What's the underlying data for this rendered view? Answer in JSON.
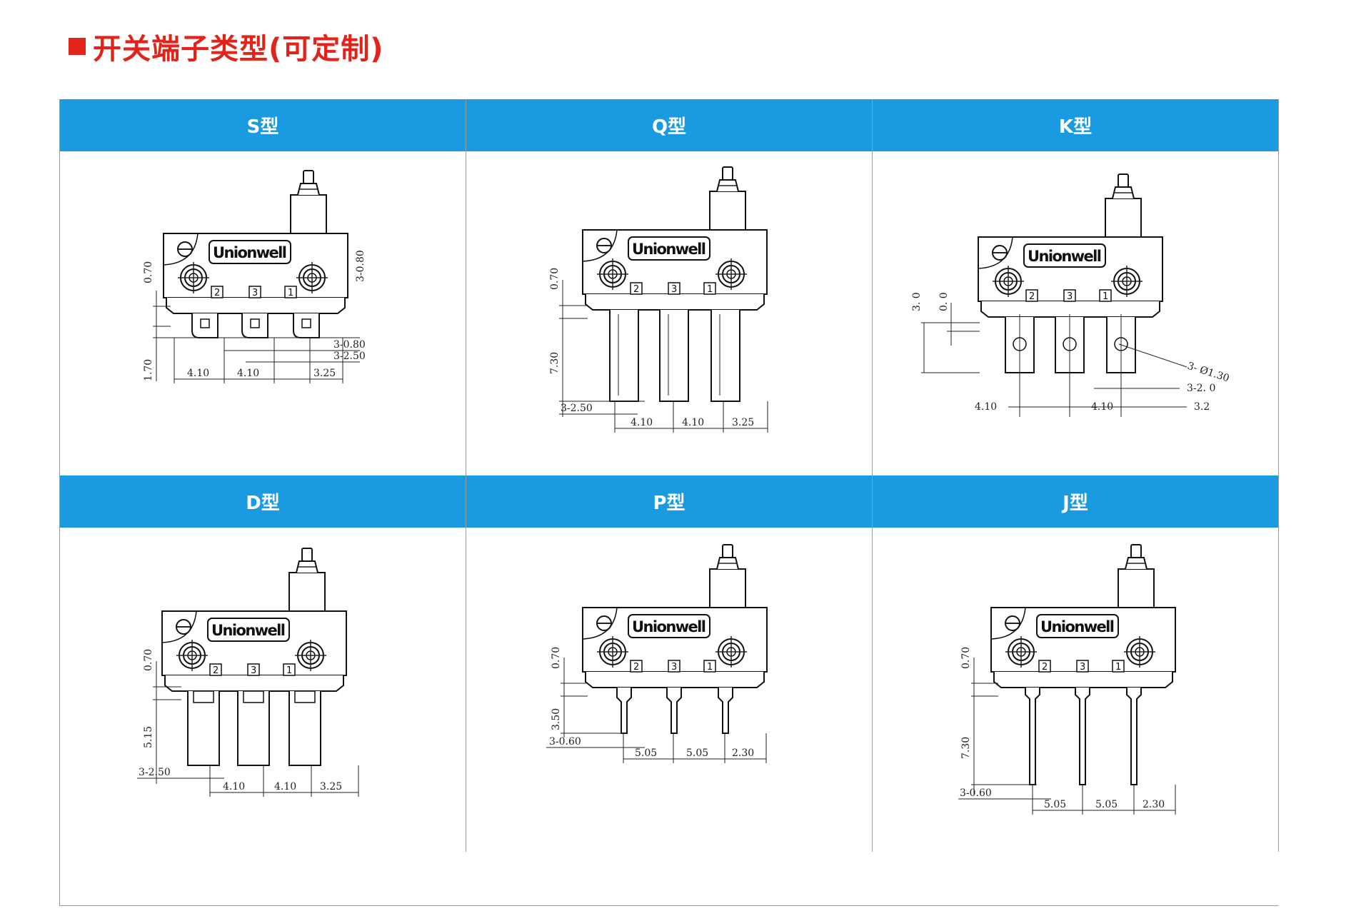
{
  "page": {
    "title": "开关端子类型(可定制)",
    "accent_color": "#e2231a",
    "header_color": "#1a9ae0"
  },
  "brand": "Unionwell",
  "pin_numbers": [
    "2",
    "3",
    "1"
  ],
  "cells": [
    {
      "name": "S型",
      "dims": {
        "left_top": "0.70",
        "left_bottom": "1.70",
        "right_top": "3-0.80",
        "right_a": "3-0.80",
        "right_b": "3-2.50",
        "bottom": [
          "4.10",
          "4.10",
          "3.25"
        ]
      }
    },
    {
      "name": "Q型",
      "dims": {
        "left_top": "0.70",
        "left_bottom": "7.30",
        "width_label": "3-2.50",
        "bottom": [
          "4.10",
          "4.10",
          "3.25"
        ]
      }
    },
    {
      "name": "K型",
      "dims": {
        "left_a": "3. 0",
        "left_b": "0. 0",
        "hole": "3- Ø1.30",
        "right_a": "3-2. 0",
        "right_b": "3.2",
        "bottom": [
          "4.10",
          "4.10"
        ]
      }
    },
    {
      "name": "D型",
      "dims": {
        "left_top": "0.70",
        "left_bottom": "5.15",
        "width_label": "3-2.50",
        "bottom": [
          "4.10",
          "4.10",
          "3.25"
        ]
      }
    },
    {
      "name": "P型",
      "dims": {
        "left_top": "0.70",
        "left_bottom": "3.50",
        "width_label": "3-0.60",
        "bottom": [
          "5.05",
          "5.05",
          "2.30"
        ]
      }
    },
    {
      "name": "J型",
      "dims": {
        "left_top": "0.70",
        "left_bottom": "7.30",
        "width_label": "3-0.60",
        "bottom": [
          "5.05",
          "5.05",
          "2.30"
        ]
      }
    }
  ]
}
